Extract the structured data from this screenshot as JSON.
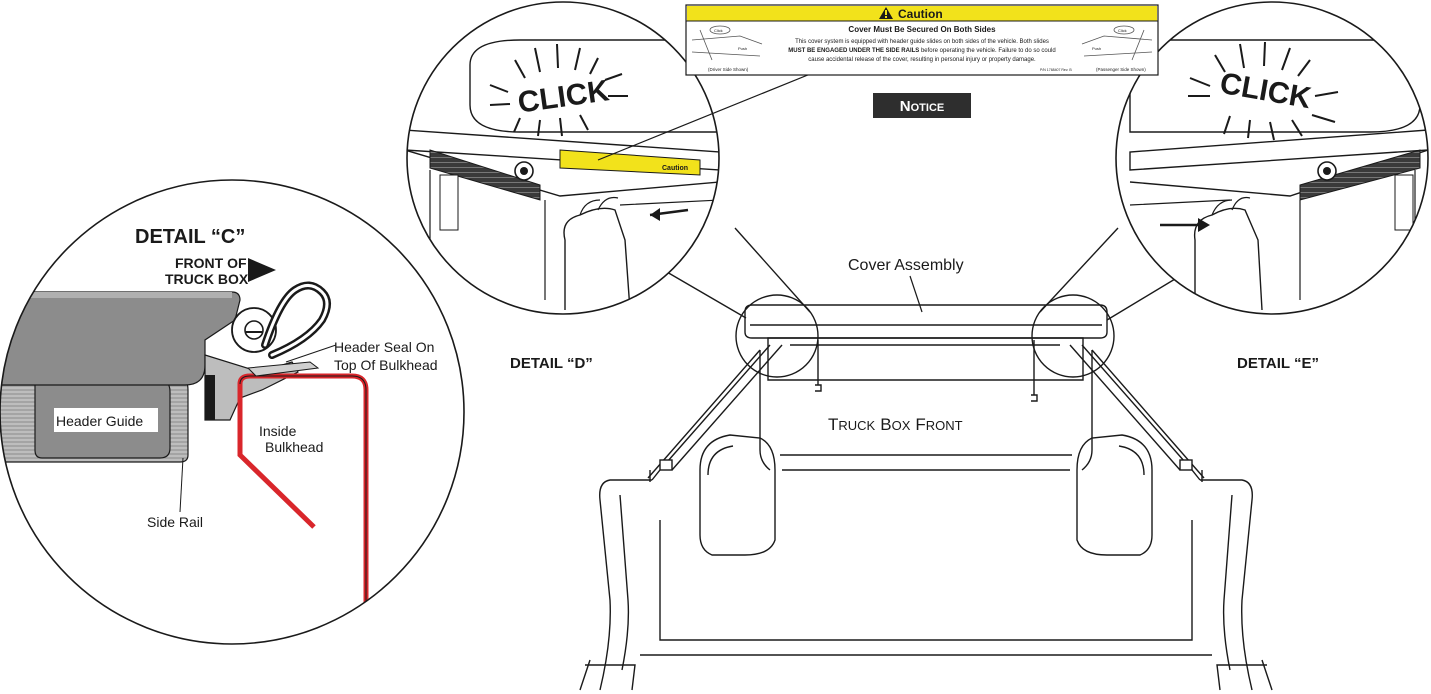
{
  "caution_label": {
    "title": "Caution",
    "heading": "Cover Must Be Secured On Both Sides",
    "line1": "This cover system is equipped with header guide slides on both sides of the vehicle. Both slides",
    "line2_bold": "MUST BE ENGAGED UNDER THE SIDE RAILS",
    "line2_rest": " before operating the vehicle. Failure to do so could",
    "line3": "cause accidental release of the cover, resulting in personal injury or property damage.",
    "left_caption": "(Driver Side Shown)",
    "right_caption": "(Passenger Side Shown)",
    "part_no": "P/N 1768407 Rev. B",
    "click_left": "Click",
    "click_right": "Click",
    "push_left": "Push",
    "push_right": "Push"
  },
  "notice": {
    "first": "N",
    "rest": "OTICE"
  },
  "detail_d": {
    "title": "DETAIL “D”",
    "click": "CLICK",
    "sticker_text": "Caution"
  },
  "detail_e": {
    "title": "DETAIL “E”",
    "click": "CLICK"
  },
  "detail_c": {
    "title": "DETAIL “C”",
    "front_line1": "FRONT OF",
    "front_line2": "TRUCK BOX",
    "header_seal_line1": "Header Seal On",
    "header_seal_line2": "Top Of Bulkhead",
    "header_guide": "Header Guide",
    "inside_line1": "Inside",
    "inside_line2": "Bulkhead",
    "side_rail": "Side Rail"
  },
  "truck": {
    "cover_assembly": "Cover Assembly",
    "box_front": {
      "w1_first": "T",
      "w1_rest": "RUCK",
      "w2_first": "B",
      "w2_rest": "OX",
      "w3_first": "F",
      "w3_rest": "RONT"
    }
  },
  "colors": {
    "caution_yellow": "#f2e21b",
    "bulkhead_red": "#d9262b",
    "notice_bg": "#2e2e2e",
    "rail_gray": "#8c8c8c",
    "line": "#1a1a1a"
  }
}
